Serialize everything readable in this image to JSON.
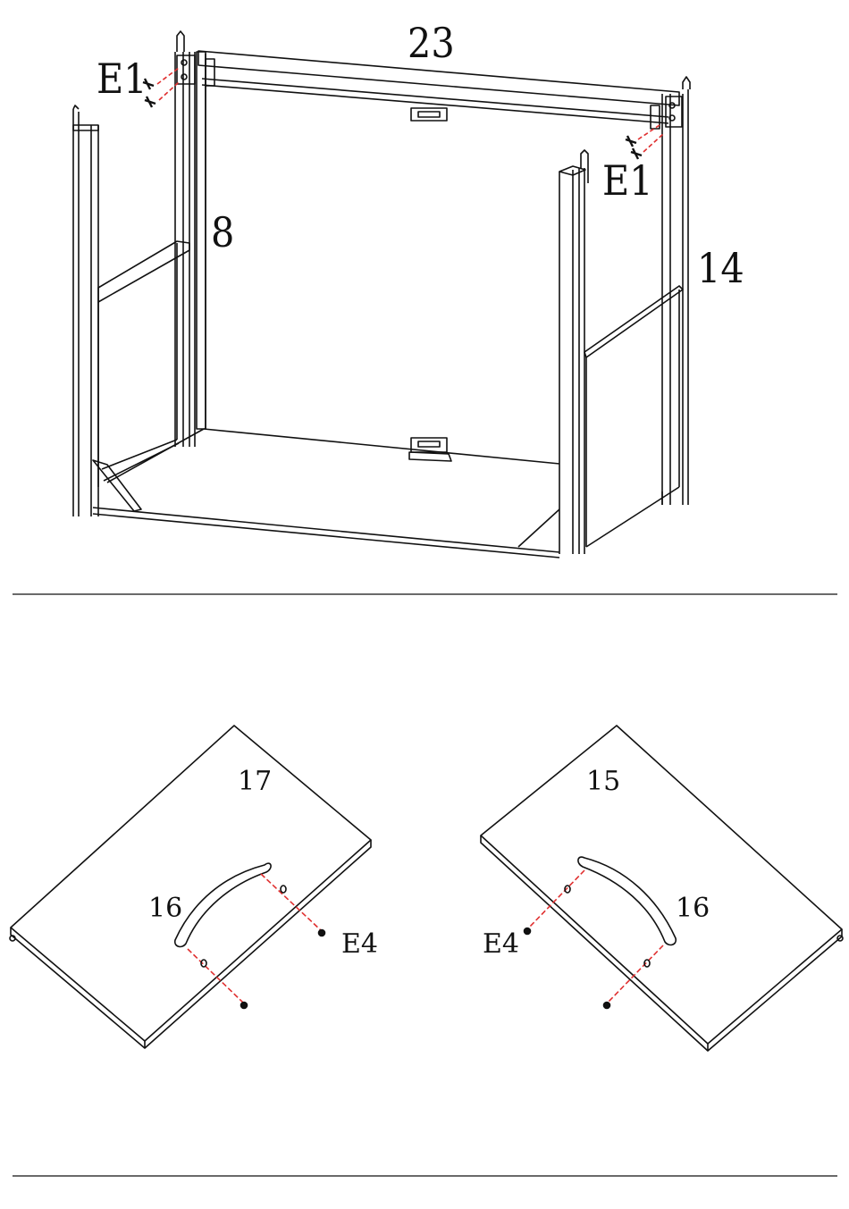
{
  "step_top": {
    "labels": {
      "top_rail": "23",
      "left_panel": "8",
      "right_panel": "14",
      "screw_left": "E1",
      "screw_right": "E1"
    }
  },
  "step_bottom": {
    "left_door": {
      "door": "17",
      "handle": "16",
      "screw": "E4"
    },
    "right_door": {
      "door": "15",
      "handle": "16",
      "screw": "E4"
    }
  },
  "colors": {
    "line": "#111111",
    "dash": "#e03030",
    "background": "#ffffff"
  }
}
